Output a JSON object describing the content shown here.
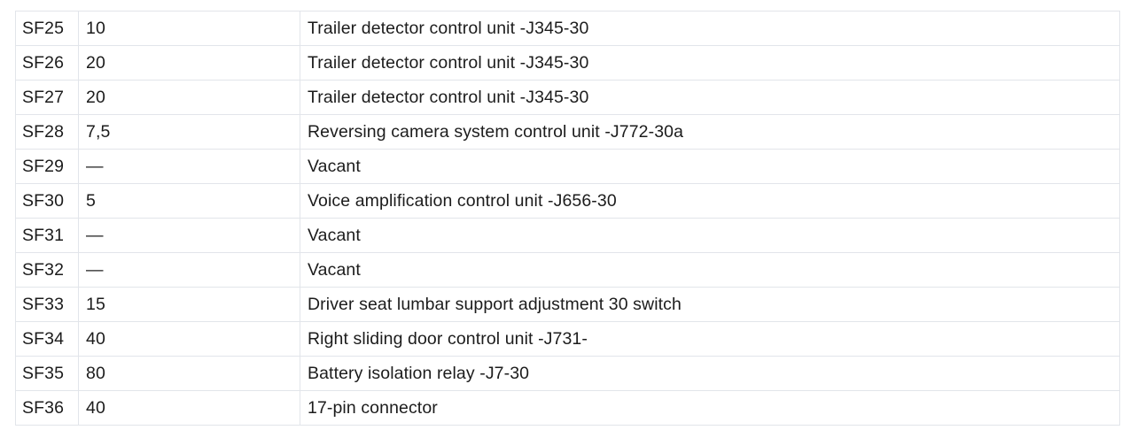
{
  "table": {
    "name": "fuse-assignment-table",
    "columns": [
      {
        "key": "fuse",
        "header": ""
      },
      {
        "key": "amperage",
        "header": ""
      },
      {
        "key": "description",
        "header": ""
      }
    ],
    "rows": [
      {
        "fuse": "SF25",
        "amperage": "10",
        "description": "Trailer detector control unit -J345-30"
      },
      {
        "fuse": "SF26",
        "amperage": "20",
        "description": "Trailer detector control unit -J345-30"
      },
      {
        "fuse": "SF27",
        "amperage": "20",
        "description": "Trailer detector control unit -J345-30"
      },
      {
        "fuse": "SF28",
        "amperage": "7,5",
        "description": "Reversing camera system control unit -J772-30a"
      },
      {
        "fuse": "SF29",
        "amperage": "—",
        "description": "Vacant"
      },
      {
        "fuse": "SF30",
        "amperage": "5",
        "description": "Voice amplification control unit -J656-30"
      },
      {
        "fuse": "SF31",
        "amperage": "—",
        "description": "Vacant"
      },
      {
        "fuse": "SF32",
        "amperage": "—",
        "description": "Vacant"
      },
      {
        "fuse": "SF33",
        "amperage": "15",
        "description": "Driver seat lumbar support adjustment 30 switch"
      },
      {
        "fuse": "SF34",
        "amperage": "40",
        "description": "Right sliding door control unit -J731-"
      },
      {
        "fuse": "SF35",
        "amperage": "80",
        "description": "Battery isolation relay -J7-30"
      },
      {
        "fuse": "SF36",
        "amperage": "40",
        "description": "17-pin connector"
      }
    ]
  },
  "style": {
    "border_color": "#e2e5ea",
    "text_color": "#1c1c1c",
    "background_color": "#ffffff"
  }
}
